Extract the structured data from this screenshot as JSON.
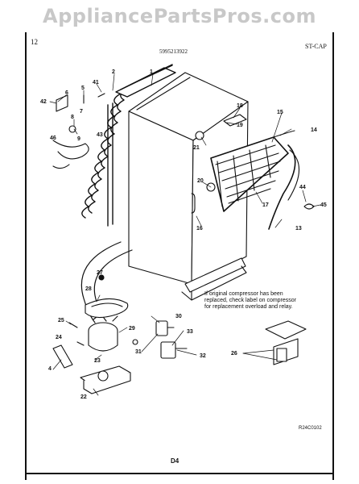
{
  "watermark": "AppliancePartsPros.com",
  "header": {
    "page_number": "12",
    "model_number": "5995213922",
    "section_code": "ST-CAP"
  },
  "note": "If original compressor has been replaced, check label on compressor for replacement overload and relay.",
  "diagram_ref": "R24C0102",
  "page_code": "D4",
  "callouts": [
    "1",
    "2",
    "4",
    "5",
    "6",
    "7",
    "8",
    "9",
    "13",
    "14",
    "15",
    "16",
    "17",
    "18",
    "19",
    "20",
    "21",
    "22",
    "23",
    "24",
    "25",
    "26",
    "27",
    "28",
    "29",
    "30",
    "31",
    "32",
    "33",
    "41",
    "42",
    "43",
    "44",
    "45",
    "46"
  ],
  "colors": {
    "ink": "#111111",
    "paper": "#ffffff",
    "watermark": "#c8c8c8"
  }
}
